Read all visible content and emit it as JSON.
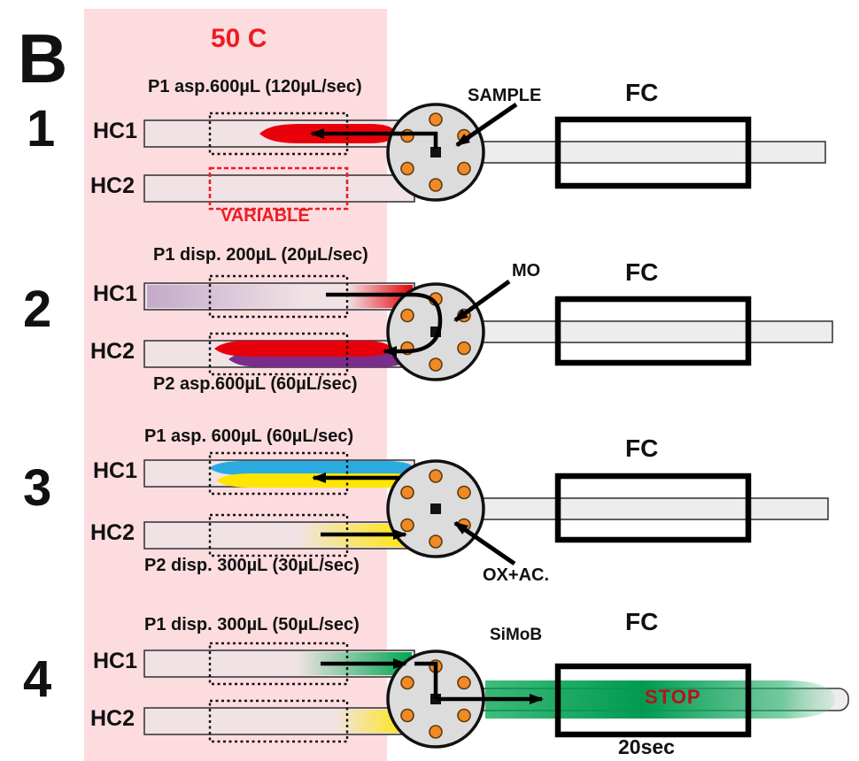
{
  "figure": {
    "panel_label": "B",
    "temperature": "50 C",
    "variable_label": "VARIABLE"
  },
  "colors": {
    "heated_zone_pink": "#fcdcdf",
    "sample_red": "#e8000b",
    "mo_purple": "#7b2d8b",
    "ox_blue": "#29abe2",
    "ac_yellow": "#ffe600",
    "simob_green": "#00a651",
    "accent_red_text": "#ed1c24",
    "port_orange": "#f08a24"
  },
  "steps": [
    {
      "number": "1",
      "pump_top": "P1 asp.600µL (120µL/sec)",
      "hc1": "HC1",
      "hc2": "HC2",
      "valve_label": "SAMPLE",
      "fc": "FC"
    },
    {
      "number": "2",
      "pump_top": "P1 disp. 200µL (20µL/sec)",
      "pump_bottom": "P2 asp.600µL (60µL/sec)",
      "hc1": "HC1",
      "hc2": "HC2",
      "valve_label": "MO",
      "fc": "FC"
    },
    {
      "number": "3",
      "pump_top": "P1 asp. 600µL (60µL/sec)",
      "pump_bottom": "P2 disp. 300µL (30µL/sec)",
      "hc1": "HC1",
      "hc2": "HC2",
      "valve_label": "OX+AC.",
      "fc": "FC"
    },
    {
      "number": "4",
      "pump_top": "P1 disp. 300µL (50µL/sec)",
      "hc1": "HC1",
      "hc2": "HC2",
      "valve_label": "SiMoB",
      "fc": "FC",
      "stop_label": "STOP",
      "stop_time": "20sec"
    }
  ]
}
